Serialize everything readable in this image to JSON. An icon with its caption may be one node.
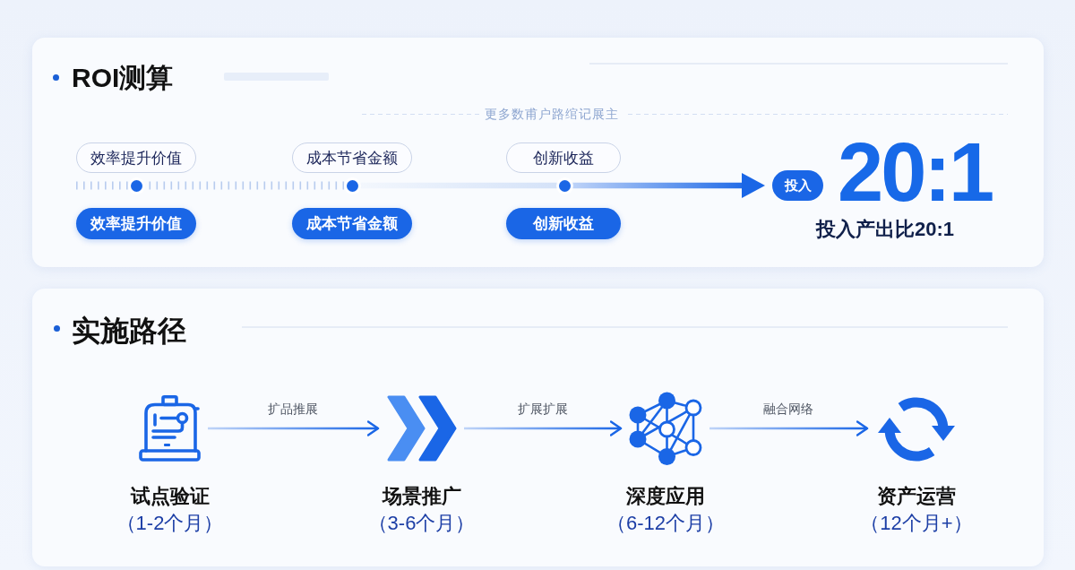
{
  "diagram": {
    "nodes": [
      {
        "text": [
          "ROI测算"
        ]
      },
      {
        "text": [
          "效率提升价值"
        ],
        "in": 0
      },
      {
        "text": [
          "成本节省金额"
        ],
        "in": 0
      },
      {
        "text": [
          "创新收益"
        ],
        "in": 0
      },
      {
        "text": [],
        "shape": "circle",
        "in": 0
      },
      {
        "text": [],
        "shape": "circle",
        "in": 0
      },
      {
        "text": [],
        "shape": "circle",
        "in": 0
      },
      {
        "text": [
          "效率提升价值"
        ],
        "in": 0
      },
      {
        "text": [
          "成本节省金额"
        ],
        "in": 0
      },
      {
        "text": [
          "创新收益"
        ],
        "in": 0
      },
      {
        "text": [
          "投入"
        ],
        "in": 0
      },
      {
        "text": [
          "实施路径"
        ]
      },
      {
        "text": [],
        "shape": "picture",
        "in": 11,
        "beside": [
          "试点验证",
          "（1-2个月）"
        ]
      },
      {
        "text": [],
        "shape": "picture",
        "in": 11,
        "beside": [
          "场景推广",
          "（3-6个月）"
        ]
      },
      {
        "text": [],
        "shape": "picture",
        "in": 11,
        "beside": [
          "深度应用",
          "（6-12个月）"
        ]
      },
      {
        "text": [],
        "shape": "picture",
        "in": 11,
        "beside": [
          "资产运营",
          "（12个月+）"
        ]
      }
    ],
    "edges": [
      {
        "from": 4,
        "to": 5,
        "arrow": "none",
        "style": "dashed",
        "color": "#b8ccee"
      },
      {
        "from": 5,
        "to": 6,
        "arrow": "none",
        "style": "thick",
        "color": "#d4e2f8"
      },
      {
        "from": 6,
        "to": 10,
        "arrow": "to",
        "style": "thick"
      },
      {
        "from": 12,
        "to": 13,
        "arrow": "to",
        "label": "扩品推展"
      },
      {
        "from": 13,
        "to": 14,
        "arrow": "to",
        "label": "扩展扩展"
      },
      {
        "from": 14,
        "to": 15,
        "arrow": "to",
        "label": "融合网络"
      }
    ],
    "labels": [
      "更多数甫户路绾记展主",
      "20:1",
      "投入产出比20:1"
    ]
  }
}
